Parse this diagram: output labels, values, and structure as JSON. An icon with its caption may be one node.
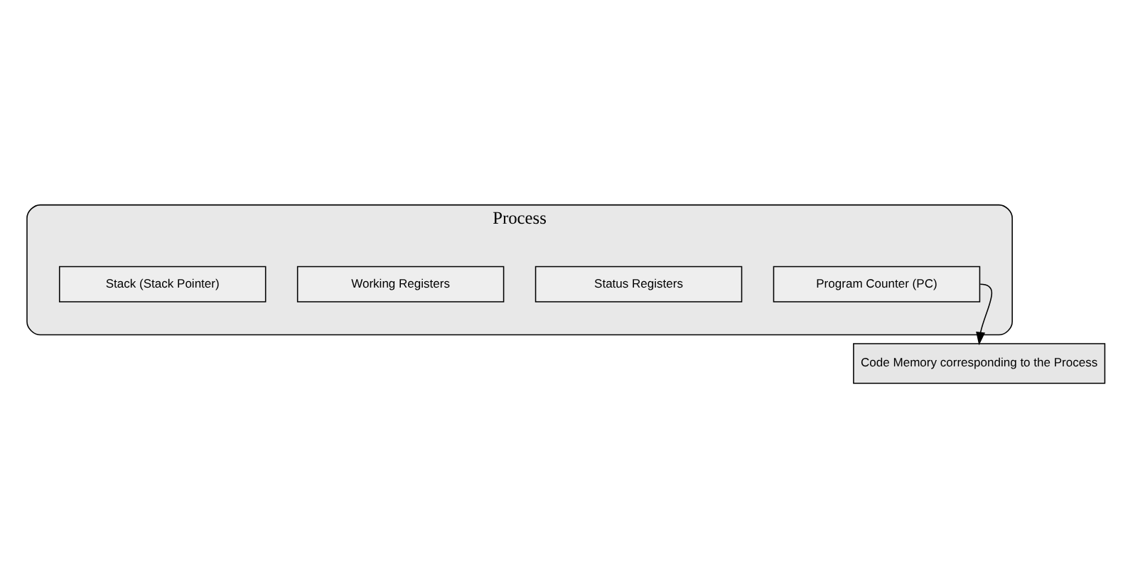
{
  "diagram": {
    "nodes": [
      {
        "text": [
          "Process"
        ]
      },
      {
        "text": [
          "Stack (Stack Pointer)"
        ],
        "in": 0
      },
      {
        "text": [
          "Working Registers"
        ],
        "in": 0
      },
      {
        "text": [
          "Status Registers"
        ],
        "in": 0
      },
      {
        "text": [
          "Program Counter (PC)"
        ],
        "in": 0
      },
      {
        "text": [
          "Code Memory corresponding to the Process"
        ]
      }
    ],
    "edges": [
      {
        "from": 4,
        "to": 5,
        "arrow": "to"
      }
    ]
  }
}
